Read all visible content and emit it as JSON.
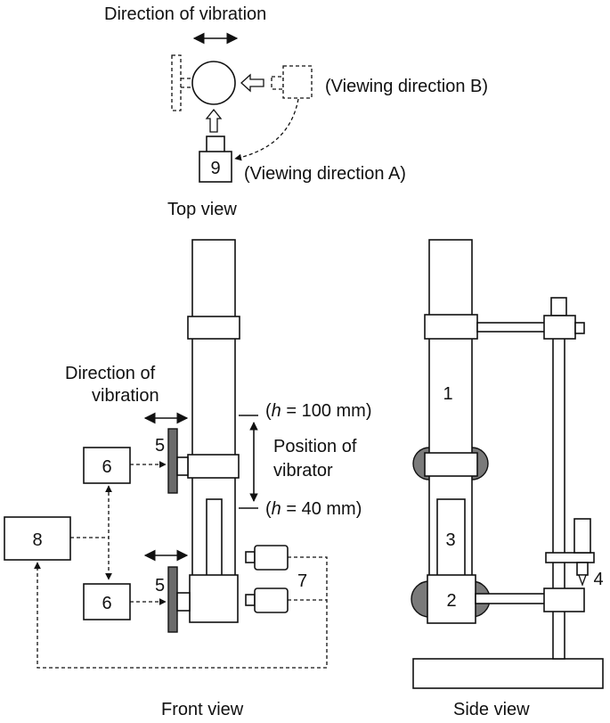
{
  "top_view": {
    "direction_label": "Direction of vibration",
    "viewing_b": "(Viewing direction B)",
    "viewing_a": "(Viewing direction A)",
    "camera_number": "9",
    "caption": "Top view"
  },
  "front_view": {
    "direction_label_line1": "Direction of",
    "direction_label_line2": "vibration",
    "h100_open": "(",
    "h100_var": "h",
    "h100_rest": " = 100 mm)",
    "h40_open": "(",
    "h40_var": "h",
    "h40_rest": " = 40 mm)",
    "position_line1": "Position of",
    "position_line2": "vibrator",
    "label_5_upper": "5",
    "label_5_lower": "5",
    "label_6_upper": "6",
    "label_6_lower": "6",
    "label_7": "7",
    "label_8": "8",
    "caption": "Front view"
  },
  "side_view": {
    "label_1": "1",
    "label_2": "2",
    "label_3": "3",
    "label_4": "4",
    "caption": "Side view"
  },
  "colors": {
    "line": "#111111",
    "vibrator_fill": "#6b6b6b",
    "clamp_fill": "#7a7a7a",
    "background": "#ffffff"
  }
}
